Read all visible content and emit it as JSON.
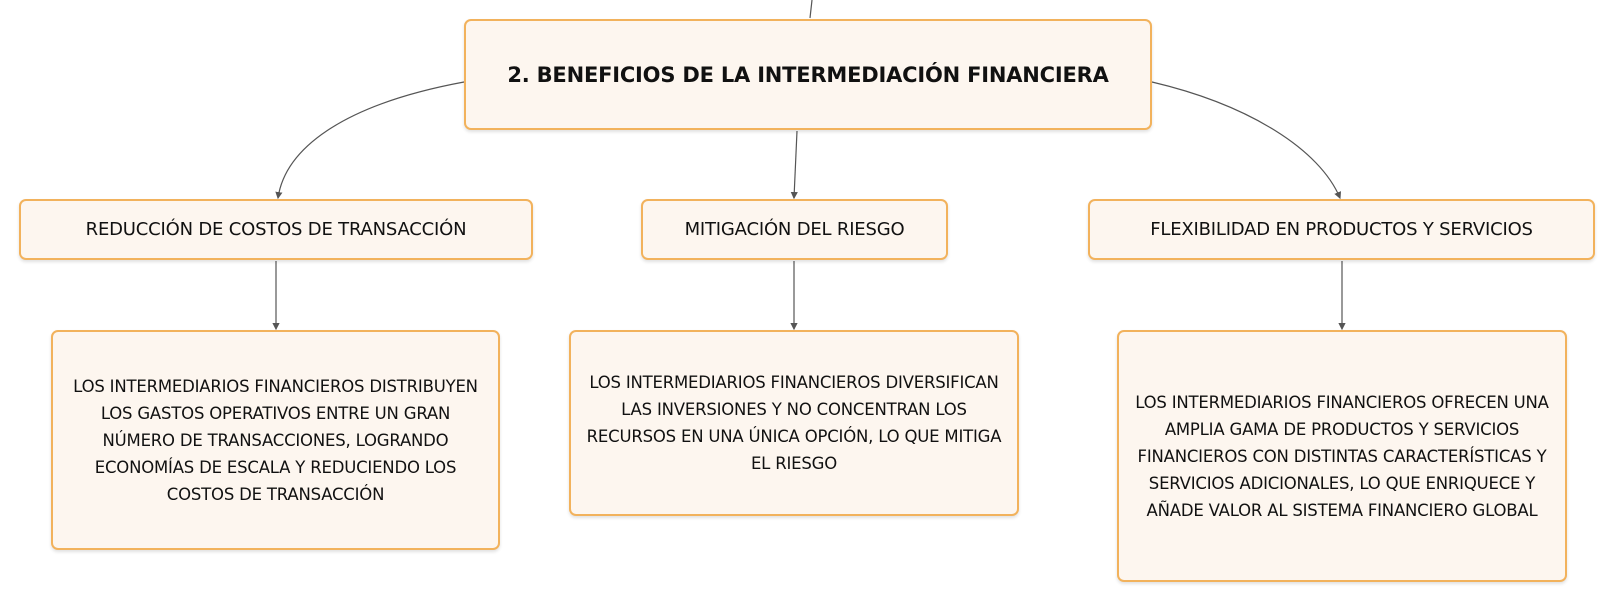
{
  "diagram": {
    "root": {
      "title": "2. BENEFICIOS DE LA INTERMEDIACIÓN FINANCIERA"
    },
    "branches": [
      {
        "label": "REDUCCIÓN DE COSTOS DE TRANSACCIÓN",
        "detail": "LOS INTERMEDIARIOS FINANCIEROS DISTRIBUYEN LOS GASTOS OPERATIVOS ENTRE UN GRAN NÚMERO DE TRANSACCIONES, LOGRANDO ECONOMÍAS DE ESCALA Y REDUCIENDO LOS COSTOS DE TRANSACCIÓN"
      },
      {
        "label": "MITIGACIÓN DEL RIESGO",
        "detail": "LOS INTERMEDIARIOS FINANCIEROS DIVERSIFICAN LAS INVERSIONES Y NO CONCENTRAN LOS RECURSOS EN UNA ÚNICA OPCIÓN, LO QUE MITIGA EL RIESGO"
      },
      {
        "label": "FLEXIBILIDAD EN PRODUCTOS Y SERVICIOS",
        "detail": "LOS INTERMEDIARIOS FINANCIEROS OFRECEN UNA AMPLIA GAMA DE PRODUCTOS Y SERVICIOS FINANCIEROS CON DISTINTAS CARACTERÍSTICAS Y SERVICIOS ADICIONALES, LO QUE ENRIQUECE Y AÑADE VALOR AL SISTEMA FINANCIERO GLOBAL"
      }
    ]
  },
  "colors": {
    "node_fill": "#fdf6ef",
    "node_border": "#f2b25c",
    "connector": "#555555",
    "text": "#111111"
  }
}
